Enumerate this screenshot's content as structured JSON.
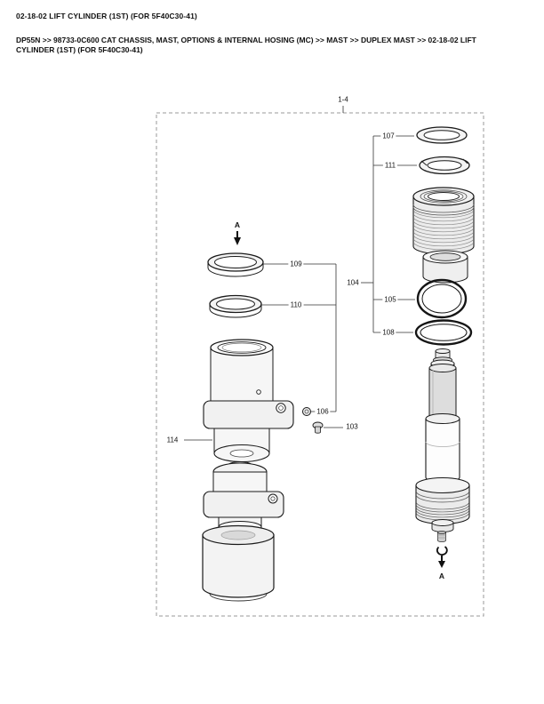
{
  "header": {
    "title": "02-18-02 LIFT CYLINDER (1ST) (FOR 5F40C30-41)",
    "breadcrumb": "DP55N >> 98733-0C600 CAT CHASSIS, MAST, OPTIONS & INTERNAL HOSING (MC) >> MAST >> DUPLEX MAST >> 02-18-02 LIFT CYLINDER (1ST) (FOR 5F40C30-41)"
  },
  "diagram": {
    "figure_label": "1-4",
    "detail_marker_top": "A",
    "detail_marker_bottom": "A",
    "callouts": {
      "c103": "103",
      "c104": "104",
      "c105": "105",
      "c106": "106",
      "c107": "107",
      "c108": "108",
      "c109": "109",
      "c110": "110",
      "c111": "111",
      "c114": "114"
    },
    "colors": {
      "line_art": "#1a1a1a",
      "leader_line": "#333333",
      "dashed_border": "#9a9a9a",
      "text": "#111111"
    }
  }
}
